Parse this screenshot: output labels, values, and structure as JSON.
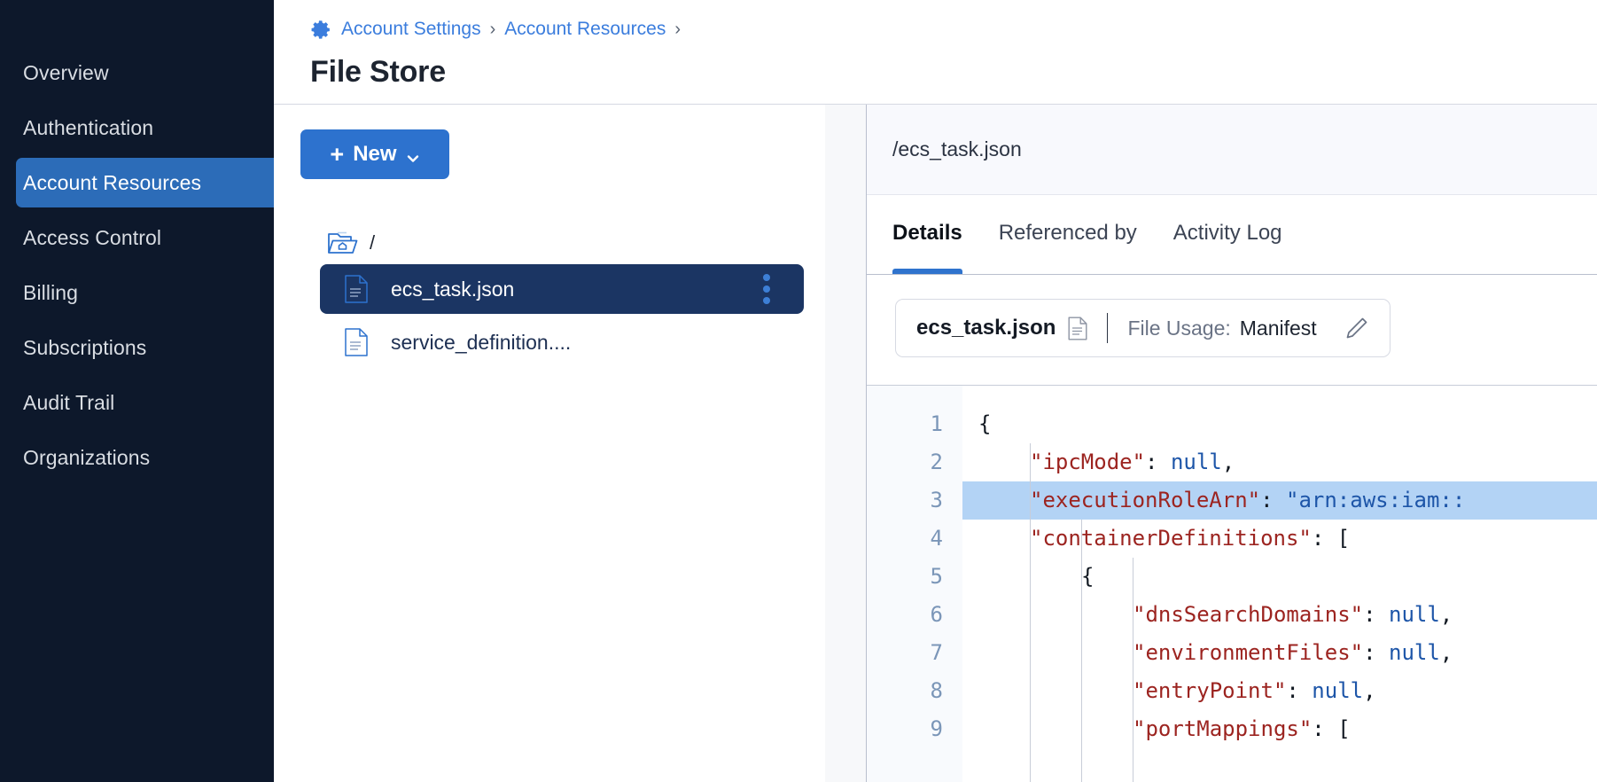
{
  "sidebar": {
    "items": [
      {
        "label": "Overview",
        "active": false
      },
      {
        "label": "Authentication",
        "active": false
      },
      {
        "label": "Account Resources",
        "active": true
      },
      {
        "label": "Access Control",
        "active": false
      },
      {
        "label": "Billing",
        "active": false
      },
      {
        "label": "Subscriptions",
        "active": false
      },
      {
        "label": "Audit Trail",
        "active": false
      },
      {
        "label": "Organizations",
        "active": false
      }
    ]
  },
  "header": {
    "breadcrumb": [
      {
        "label": "Account Settings"
      },
      {
        "label": "Account Resources"
      }
    ],
    "separator": "›",
    "title": "File Store",
    "gear_icon": "gear-icon"
  },
  "filepane": {
    "new_button": {
      "label": "New",
      "plus": "+",
      "chevron": "chevron-down-icon"
    },
    "root": {
      "label": "/",
      "icon": "folder-home-icon"
    },
    "files": [
      {
        "name": "ecs_task.json",
        "selected": true,
        "icon": "file-json-icon",
        "menu": "kebab-menu-icon"
      },
      {
        "name": "service_definition....",
        "selected": false,
        "icon": "file-json-icon"
      }
    ]
  },
  "detail": {
    "path": "/ecs_task.json",
    "tabs": [
      {
        "label": "Details",
        "active": true
      },
      {
        "label": "Referenced by",
        "active": false
      },
      {
        "label": "Activity Log",
        "active": false
      }
    ],
    "usage": {
      "file_name": "ecs_task.json",
      "file_icon": "document-icon",
      "usage_key": "File Usage:",
      "usage_value": "Manifest",
      "edit_icon": "pencil-icon"
    }
  },
  "code": {
    "line_numbers": [
      "1",
      "2",
      "3",
      "4",
      "5",
      "6",
      "7",
      "8",
      "9"
    ],
    "highlighted_line": 3,
    "lines": [
      {
        "n": 1,
        "indent": 0,
        "text": "{"
      },
      {
        "n": 2,
        "indent": 1,
        "key": "\"ipcMode\"",
        "sep": ": ",
        "value": "null",
        "value_type": "null",
        "tail": ","
      },
      {
        "n": 3,
        "indent": 1,
        "key": "\"executionRoleArn\"",
        "sep": ": ",
        "value": "\"arn:aws:iam::",
        "value_type": "string",
        "tail": ""
      },
      {
        "n": 4,
        "indent": 1,
        "key": "\"containerDefinitions\"",
        "sep": ": ",
        "value": "[",
        "value_type": "punc",
        "tail": ""
      },
      {
        "n": 5,
        "indent": 2,
        "text": "{"
      },
      {
        "n": 6,
        "indent": 3,
        "key": "\"dnsSearchDomains\"",
        "sep": ": ",
        "value": "null",
        "value_type": "null",
        "tail": ","
      },
      {
        "n": 7,
        "indent": 3,
        "key": "\"environmentFiles\"",
        "sep": ": ",
        "value": "null",
        "value_type": "null",
        "tail": ","
      },
      {
        "n": 8,
        "indent": 3,
        "key": "\"entryPoint\"",
        "sep": ": ",
        "value": "null",
        "value_type": "null",
        "tail": ","
      },
      {
        "n": 9,
        "indent": 3,
        "key": "\"portMappings\"",
        "sep": ": ",
        "value": "[",
        "value_type": "punc",
        "tail": ""
      }
    ]
  },
  "colors": {
    "sidebar_bg": "#0d182b",
    "accent_blue": "#2d72ce",
    "active_nav": "#2c6cb8",
    "selected_row": "#1b3563",
    "code_key": "#9c2420",
    "code_value": "#1d55a8",
    "line_highlight": "#b3d3f5"
  }
}
